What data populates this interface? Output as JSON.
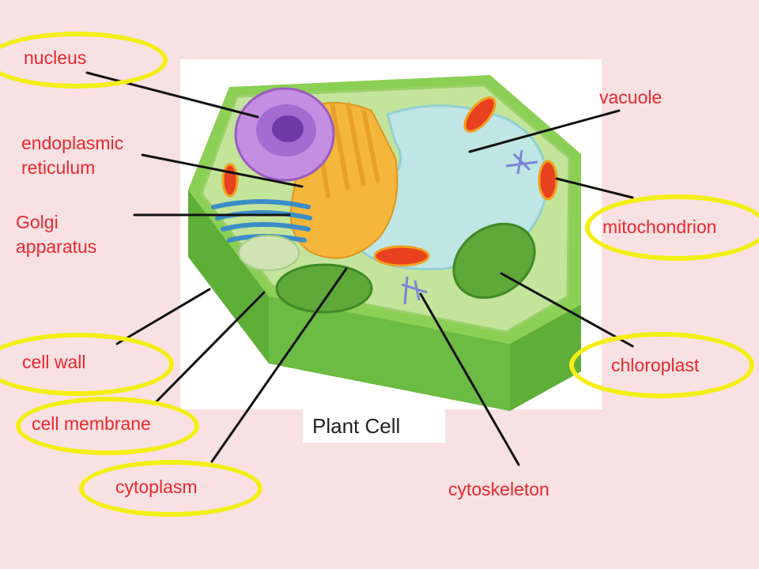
{
  "title": "Plant Cell",
  "colors": {
    "background": "#f8e1e3",
    "label_text": "#e8292f",
    "highlight_ring": "#f4ee15",
    "leader_line": "#111111",
    "cell_wall": "#7bc043",
    "cytoplasm": "#b9e08a",
    "nucleus": "#b47ad6",
    "vacuole": "#bfe6e8",
    "chloroplast": "#5fa83a",
    "mitochondrion": "#e8411f",
    "golgi": "#3a8dc7",
    "endoplasmic_reticulum": "#f4b73c"
  },
  "labels": {
    "nucleus": "nucleus",
    "endoplasmic_reticulum": "endoplasmic reticulum",
    "golgi_apparatus": "Golgi apparatus",
    "cell_wall": "cell wall",
    "cell_membrane": "cell membrane",
    "cytoplasm": "cytoplasm",
    "vacuole": "vacuole",
    "mitochondrion": "mitochondrion",
    "chloroplast": "chloroplast",
    "cytoskeleton": "cytoskeleton"
  },
  "highlighted": [
    "nucleus",
    "cell_wall",
    "cell_membrane",
    "cytoplasm",
    "mitochondrion",
    "chloroplast"
  ]
}
